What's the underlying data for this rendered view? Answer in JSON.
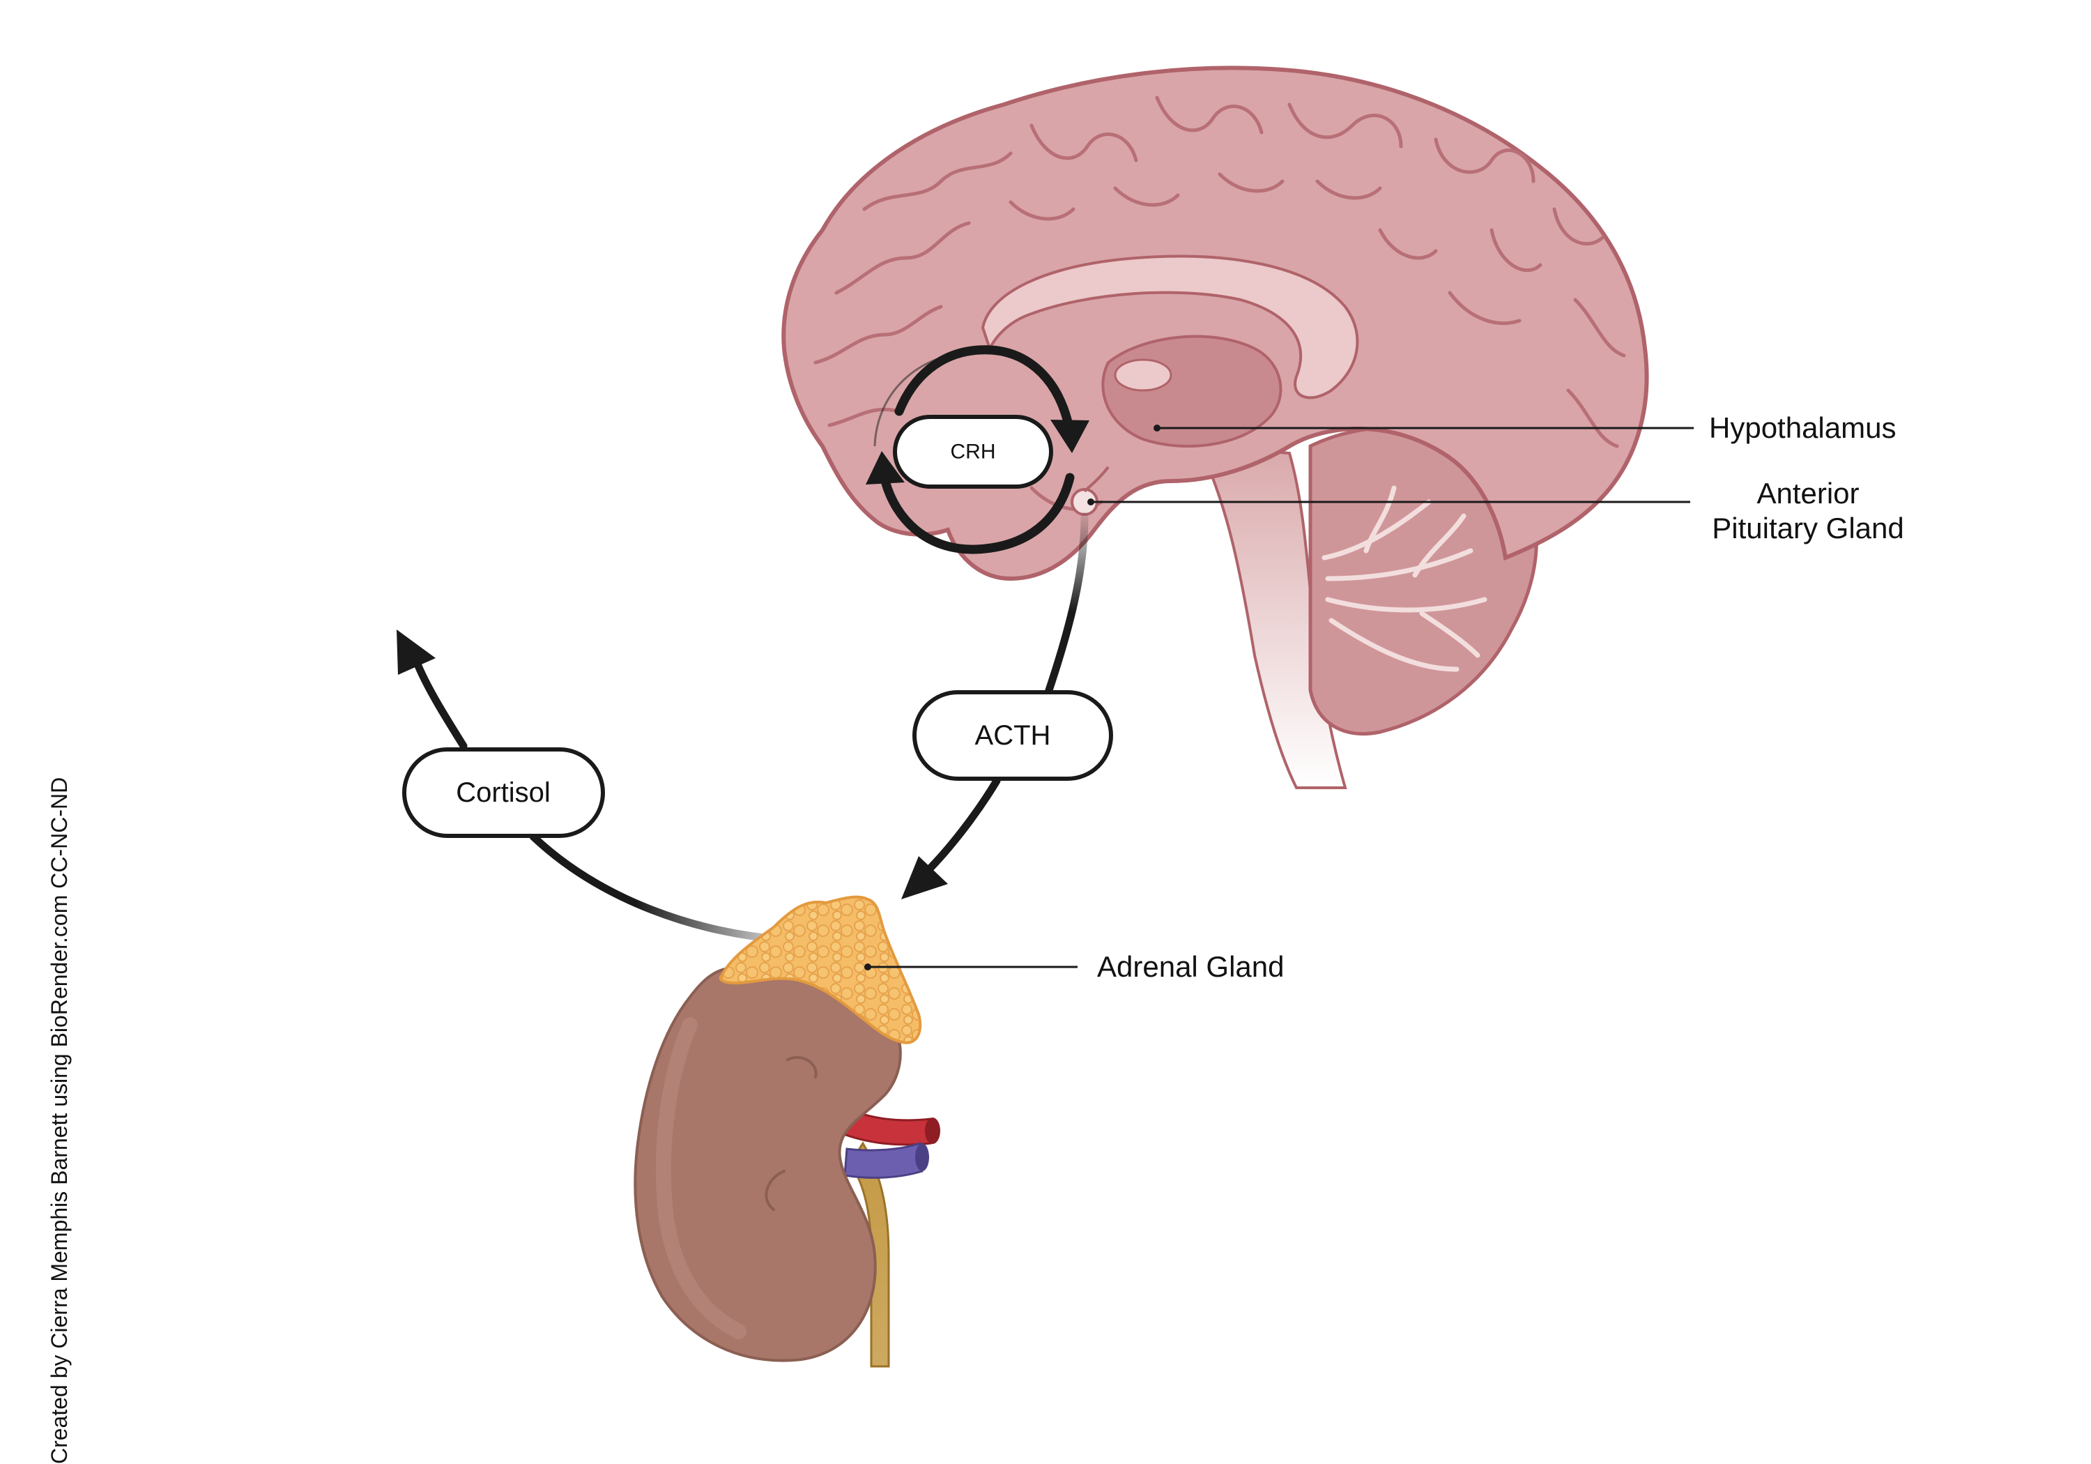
{
  "diagram": {
    "labels": {
      "hypothalamus": "Hypothalamus",
      "pituitary_line1": "Anterior",
      "pituitary_line2": "Pituitary Gland",
      "adrenal": "Adrenal Gland"
    },
    "hormones": {
      "crh": "CRH",
      "acth": "ACTH",
      "cortisol": "Cortisol"
    },
    "credit": "Created by Cierra Memphis Barnett using BioRender.com CC-NC-ND"
  },
  "colors": {
    "brain_fill": "#d7a4a6",
    "brain_outline": "#b0636a",
    "brain_inner": "#c98a8f",
    "kidney_fill": "#a8776a",
    "adrenal_fill": "#f2b35e",
    "artery": "#c8323a",
    "vein": "#6d5fb0",
    "ureter": "#c49a45",
    "arrow": "#1a1a1a"
  }
}
